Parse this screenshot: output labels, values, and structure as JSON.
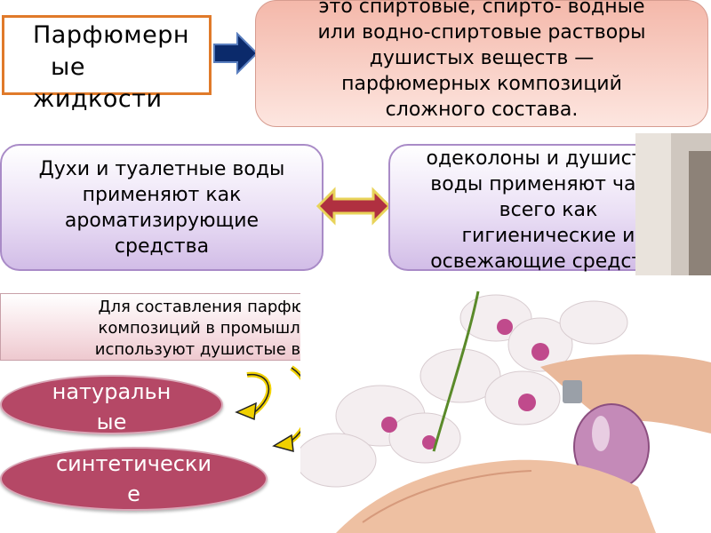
{
  "title": {
    "lines": [
      "Парфюмерн",
      "ые",
      "жидкости"
    ]
  },
  "definition": {
    "lines": [
      "это спиртовые, спирто- водные",
      "или водно-спиртовые растворы",
      "душистых веществ —",
      "парфюмерных композиций",
      "сложного состава."
    ]
  },
  "perfume_use": {
    "lines": [
      "Духи и туалетные воды",
      "применяют как",
      "ароматизирующие",
      "средства"
    ]
  },
  "cologne_use": {
    "lines": [
      "одеколоны и душистые",
      "воды применяют чаще",
      "всего как",
      "гигиенические и",
      "освежающие средства"
    ]
  },
  "note": {
    "lines": [
      "Для составления парфюмерных",
      "композиций в промышленности",
      "используют душистые вещества"
    ]
  },
  "types": {
    "natural": {
      "lines": [
        "натуральн",
        "ые"
      ]
    },
    "synthetic": {
      "lines": [
        "синтетически",
        "е"
      ]
    }
  },
  "colors": {
    "title_border": "#e07a2a",
    "arrow_navy": "#0b2a6b",
    "double_arrow": "#b03040",
    "oval": "#b54866",
    "curved_arrows": "#f0d000"
  }
}
